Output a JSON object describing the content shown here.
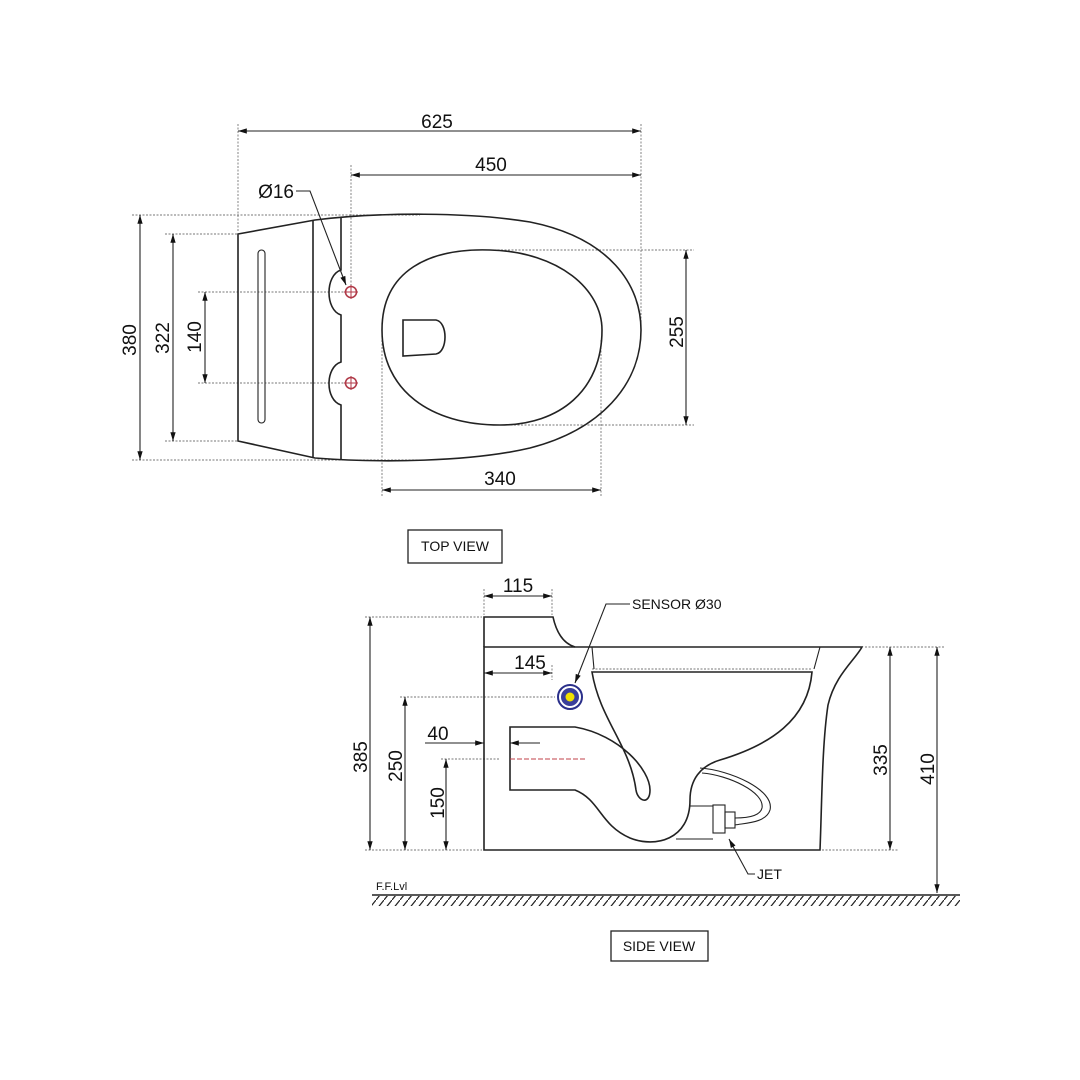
{
  "top_view": {
    "title": "TOP VIEW",
    "dims": {
      "overall_length": "625",
      "bowl_length": "450",
      "overall_width": "380",
      "tank_width": "322",
      "hole_spacing": "140",
      "bowl_inner_width": "255",
      "bowl_inner_length": "340"
    },
    "hole_label": "Ø16"
  },
  "side_view": {
    "title": "SIDE VIEW",
    "dims": {
      "tank_depth": "115",
      "sensor_offset": "145",
      "sensor_height": "250",
      "outlet_offset": "40",
      "outlet_height": "150",
      "overall_height": "385",
      "bowl_height": "335",
      "rim_height": "410"
    },
    "sensor_label": "SENSOR Ø30",
    "jet_label": "JET",
    "floor_label": "F.F.Lvl"
  },
  "colors": {
    "line": "#222222",
    "hole": "#b03a48",
    "sensor_ring": "#2a2f8a",
    "sensor_core": "#f2e200"
  }
}
